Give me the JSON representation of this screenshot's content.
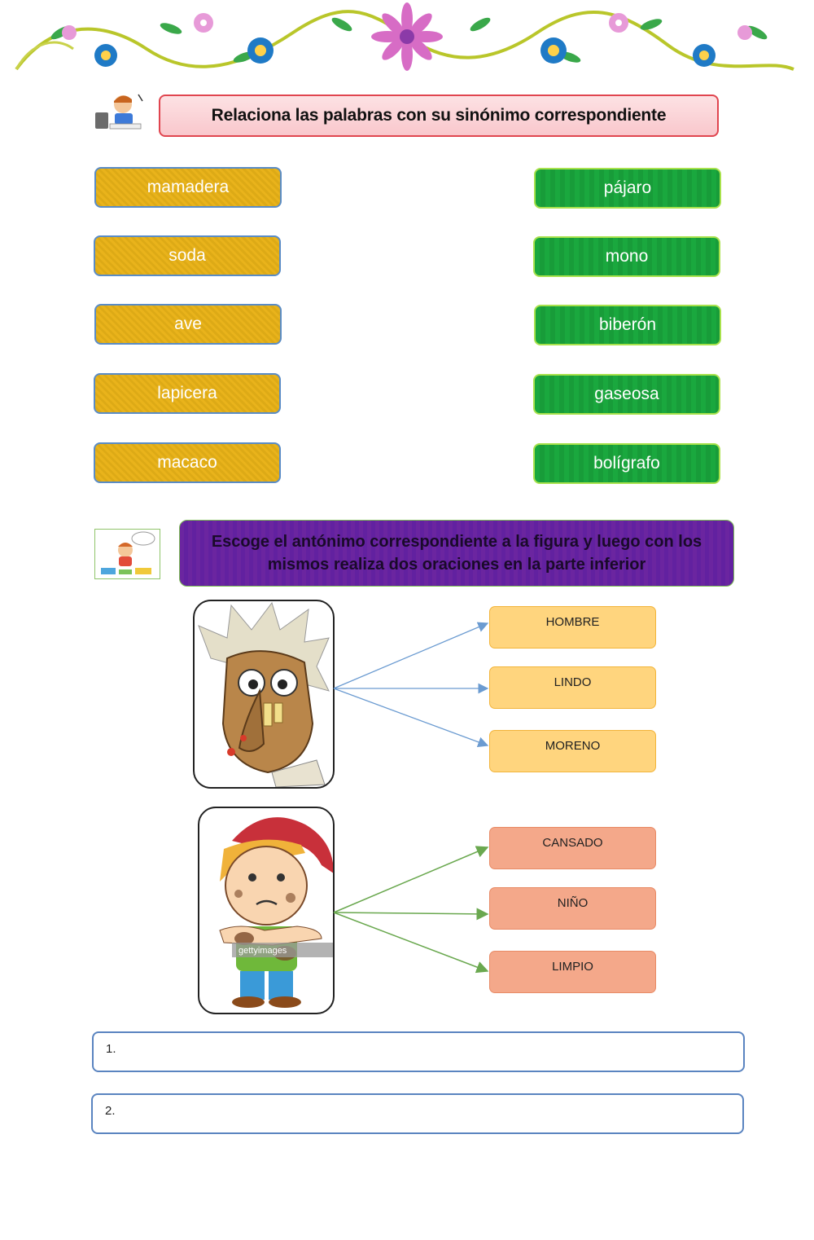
{
  "section1": {
    "title": "Relaciona las palabras con su sinónimo correspondiente",
    "left_words": [
      "mamadera",
      "soda",
      "ave",
      "lapicera",
      "macaco"
    ],
    "right_words": [
      "pájaro",
      "mono",
      "biberón",
      "gaseosa",
      "bolígrafo"
    ]
  },
  "section2": {
    "title": "Escoge el antónimo correspondiente a la figura y luego con los mismos realiza dos oraciones en la parte inferior",
    "group1": {
      "picture": "old-man-illustration",
      "options": [
        "HOMBRE",
        "LINDO",
        "MORENO"
      ],
      "color": "#ffd57e",
      "arrow_color": "#6b9bd1"
    },
    "group2": {
      "picture": "dirty-boy-illustration",
      "options": [
        "CANSADO",
        "NIÑO",
        "LIMPIO"
      ],
      "color": "#f4a88a",
      "arrow_color": "#6aa84f",
      "watermark": "gettyimages"
    }
  },
  "answers": [
    "1.",
    "2."
  ]
}
